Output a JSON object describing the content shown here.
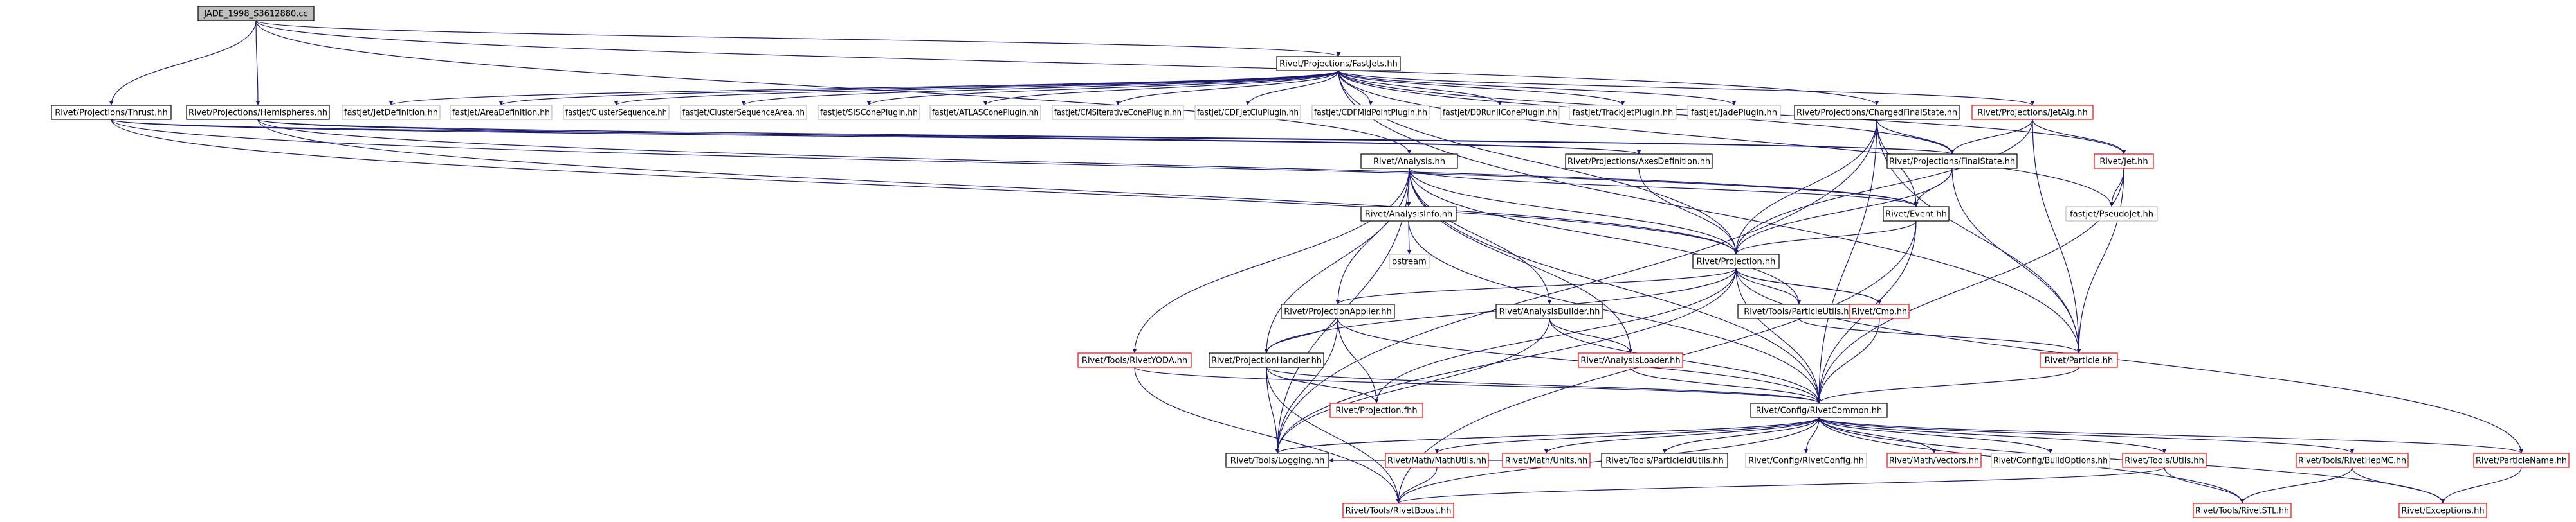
{
  "graph": {
    "colors": {
      "edge": "#191970",
      "root_fill": "#bfbfbf",
      "normal_border": "#000000",
      "external_border": "#bfbfbf",
      "truncated_border": "#ff0000",
      "background": "#ffffff"
    },
    "nodes": [
      {
        "id": "root",
        "label": "JADE_1998_S3612880.cc",
        "kind": "root"
      },
      {
        "id": "fastjets",
        "label": "Rivet/Projections/FastJets.hh",
        "kind": "normal"
      },
      {
        "id": "thrust",
        "label": "Rivet/Projections/Thrust.hh",
        "kind": "normal"
      },
      {
        "id": "hemispheres",
        "label": "Rivet/Projections/Hemispheres.hh",
        "kind": "normal"
      },
      {
        "id": "fj_jetdef",
        "label": "fastjet/JetDefinition.hh",
        "kind": "external"
      },
      {
        "id": "fj_areadef",
        "label": "fastjet/AreaDefinition.hh",
        "kind": "external"
      },
      {
        "id": "fj_clseq",
        "label": "fastjet/ClusterSequence.hh",
        "kind": "external"
      },
      {
        "id": "fj_clseqarea",
        "label": "fastjet/ClusterSequenceArea.hh",
        "kind": "external"
      },
      {
        "id": "fj_siscone",
        "label": "fastjet/SISConePlugin.hh",
        "kind": "external"
      },
      {
        "id": "fj_atlascone",
        "label": "fastjet/ATLASConePlugin.hh",
        "kind": "external"
      },
      {
        "id": "fj_cmsit",
        "label": "fastjet/CMSIterativeConePlugin.hh",
        "kind": "external"
      },
      {
        "id": "fj_cdfjetclu",
        "label": "fastjet/CDFJetCluPlugin.hh",
        "kind": "external"
      },
      {
        "id": "fj_cdfmid",
        "label": "fastjet/CDFMidPointPlugin.hh",
        "kind": "external"
      },
      {
        "id": "fj_d0run",
        "label": "fastjet/D0RunIIConePlugin.hh",
        "kind": "external"
      },
      {
        "id": "fj_track",
        "label": "fastjet/TrackJetPlugin.hh",
        "kind": "external"
      },
      {
        "id": "fj_jade",
        "label": "fastjet/JadePlugin.hh",
        "kind": "external"
      },
      {
        "id": "chargedfs",
        "label": "Rivet/Projections/ChargedFinalState.hh",
        "kind": "normal"
      },
      {
        "id": "jetalg",
        "label": "Rivet/Projections/JetAlg.hh",
        "kind": "truncated"
      },
      {
        "id": "analysis",
        "label": "Rivet/Analysis.hh",
        "kind": "normal"
      },
      {
        "id": "axesdef",
        "label": "Rivet/Projections/AxesDefinition.hh",
        "kind": "normal"
      },
      {
        "id": "finalstate",
        "label": "Rivet/Projections/FinalState.hh",
        "kind": "normal"
      },
      {
        "id": "jet",
        "label": "Rivet/Jet.hh",
        "kind": "truncated"
      },
      {
        "id": "analysisinfo",
        "label": "Rivet/AnalysisInfo.hh",
        "kind": "normal"
      },
      {
        "id": "event",
        "label": "Rivet/Event.hh",
        "kind": "normal"
      },
      {
        "id": "pseudojet",
        "label": "fastjet/PseudoJet.hh",
        "kind": "external"
      },
      {
        "id": "ostream",
        "label": "ostream",
        "kind": "external"
      },
      {
        "id": "projection",
        "label": "Rivet/Projection.hh",
        "kind": "normal"
      },
      {
        "id": "projapplier",
        "label": "Rivet/ProjectionApplier.hh",
        "kind": "normal"
      },
      {
        "id": "analysisbuilder",
        "label": "Rivet/AnalysisBuilder.hh",
        "kind": "normal"
      },
      {
        "id": "particleutils",
        "label": "Rivet/Tools/ParticleUtils.hh",
        "kind": "normal"
      },
      {
        "id": "cmp",
        "label": "Rivet/Cmp.hh",
        "kind": "truncated"
      },
      {
        "id": "rivetyoda",
        "label": "Rivet/Tools/RivetYODA.hh",
        "kind": "truncated"
      },
      {
        "id": "projhandler",
        "label": "Rivet/ProjectionHandler.hh",
        "kind": "normal"
      },
      {
        "id": "analysisloader",
        "label": "Rivet/AnalysisLoader.hh",
        "kind": "truncated"
      },
      {
        "id": "particle",
        "label": "Rivet/Particle.hh",
        "kind": "truncated"
      },
      {
        "id": "projectionfhh",
        "label": "Rivet/Projection.fhh",
        "kind": "truncated"
      },
      {
        "id": "rivetcommon",
        "label": "Rivet/Config/RivetCommon.hh",
        "kind": "normal"
      },
      {
        "id": "logging",
        "label": "Rivet/Tools/Logging.hh",
        "kind": "normal"
      },
      {
        "id": "mathutils",
        "label": "Rivet/Math/MathUtils.hh",
        "kind": "truncated"
      },
      {
        "id": "units",
        "label": "Rivet/Math/Units.hh",
        "kind": "truncated"
      },
      {
        "id": "particleidutils",
        "label": "Rivet/Tools/ParticleIdUtils.hh",
        "kind": "normal"
      },
      {
        "id": "rivetconfig",
        "label": "Rivet/Config/RivetConfig.hh",
        "kind": "external"
      },
      {
        "id": "vectors",
        "label": "Rivet/Math/Vectors.hh",
        "kind": "truncated"
      },
      {
        "id": "buildoptions",
        "label": "Rivet/Config/BuildOptions.hh",
        "kind": "external"
      },
      {
        "id": "utils",
        "label": "Rivet/Tools/Utils.hh",
        "kind": "truncated"
      },
      {
        "id": "rivethepmc",
        "label": "Rivet/Tools/RivetHepMC.hh",
        "kind": "truncated"
      },
      {
        "id": "particlename",
        "label": "Rivet/ParticleName.hh",
        "kind": "truncated"
      },
      {
        "id": "rivetboost",
        "label": "Rivet/Tools/RivetBoost.hh",
        "kind": "truncated"
      },
      {
        "id": "rivetstl",
        "label": "Rivet/Tools/RivetSTL.hh",
        "kind": "truncated"
      },
      {
        "id": "exceptions",
        "label": "Rivet/Exceptions.hh",
        "kind": "truncated"
      }
    ],
    "edges": [
      [
        "root",
        "fastjets"
      ],
      [
        "root",
        "thrust"
      ],
      [
        "root",
        "hemispheres"
      ],
      [
        "root",
        "analysis"
      ],
      [
        "root",
        "chargedfs"
      ],
      [
        "fastjets",
        "fj_jetdef"
      ],
      [
        "fastjets",
        "fj_areadef"
      ],
      [
        "fastjets",
        "fj_clseq"
      ],
      [
        "fastjets",
        "fj_clseqarea"
      ],
      [
        "fastjets",
        "fj_siscone"
      ],
      [
        "fastjets",
        "fj_atlascone"
      ],
      [
        "fastjets",
        "fj_cmsit"
      ],
      [
        "fastjets",
        "fj_cdfjetclu"
      ],
      [
        "fastjets",
        "fj_cdfmid"
      ],
      [
        "fastjets",
        "fj_d0run"
      ],
      [
        "fastjets",
        "fj_track"
      ],
      [
        "fastjets",
        "fj_jade"
      ],
      [
        "fastjets",
        "jetalg"
      ],
      [
        "fastjets",
        "finalstate"
      ],
      [
        "fastjets",
        "jet"
      ],
      [
        "fastjets",
        "pseudojet"
      ],
      [
        "fastjets",
        "particle"
      ],
      [
        "fastjets",
        "projection"
      ],
      [
        "thrust",
        "axesdef"
      ],
      [
        "thrust",
        "finalstate"
      ],
      [
        "thrust",
        "event"
      ],
      [
        "thrust",
        "projection"
      ],
      [
        "hemispheres",
        "axesdef"
      ],
      [
        "hemispheres",
        "finalstate"
      ],
      [
        "hemispheres",
        "event"
      ],
      [
        "hemispheres",
        "projection"
      ],
      [
        "chargedfs",
        "finalstate"
      ],
      [
        "chargedfs",
        "event"
      ],
      [
        "chargedfs",
        "projection"
      ],
      [
        "chargedfs",
        "particle"
      ],
      [
        "chargedfs",
        "logging"
      ],
      [
        "chargedfs",
        "rivetcommon"
      ],
      [
        "jetalg",
        "finalstate"
      ],
      [
        "jetalg",
        "jet"
      ],
      [
        "jetalg",
        "particle"
      ],
      [
        "jetalg",
        "projection"
      ],
      [
        "analysis",
        "analysisinfo"
      ],
      [
        "analysis",
        "event"
      ],
      [
        "analysis",
        "projection"
      ],
      [
        "analysis",
        "projapplier"
      ],
      [
        "analysis",
        "projhandler"
      ],
      [
        "analysis",
        "analysisbuilder"
      ],
      [
        "analysis",
        "analysisloader"
      ],
      [
        "analysis",
        "rivetyoda"
      ],
      [
        "analysis",
        "logging"
      ],
      [
        "analysis",
        "rivetcommon"
      ],
      [
        "analysis",
        "particleutils"
      ],
      [
        "axesdef",
        "projection"
      ],
      [
        "finalstate",
        "event"
      ],
      [
        "finalstate",
        "projection"
      ],
      [
        "finalstate",
        "particle"
      ],
      [
        "jet",
        "pseudojet"
      ],
      [
        "jet",
        "particle"
      ],
      [
        "jet",
        "rivetcommon"
      ],
      [
        "analysisinfo",
        "ostream"
      ],
      [
        "analysisinfo",
        "rivetcommon"
      ],
      [
        "event",
        "projection"
      ],
      [
        "event",
        "rivetcommon"
      ],
      [
        "event",
        "rivetboost"
      ],
      [
        "projection",
        "projapplier"
      ],
      [
        "projection",
        "particleutils"
      ],
      [
        "projection",
        "cmp"
      ],
      [
        "projection",
        "projhandler"
      ],
      [
        "projection",
        "projectionfhh"
      ],
      [
        "projection",
        "rivetcommon"
      ],
      [
        "projection",
        "logging"
      ],
      [
        "projection",
        "particlename"
      ],
      [
        "projapplier",
        "projhandler"
      ],
      [
        "projapplier",
        "projectionfhh"
      ],
      [
        "projapplier",
        "logging"
      ],
      [
        "projapplier",
        "rivetcommon"
      ],
      [
        "analysisbuilder",
        "analysisloader"
      ],
      [
        "analysisbuilder",
        "rivetcommon"
      ],
      [
        "analysisbuilder",
        "logging"
      ],
      [
        "particleutils",
        "particle"
      ],
      [
        "cmp",
        "projection"
      ],
      [
        "cmp",
        "rivetcommon"
      ],
      [
        "rivetyoda",
        "rivetcommon"
      ],
      [
        "rivetyoda",
        "rivetboost"
      ],
      [
        "projhandler",
        "projectionfhh"
      ],
      [
        "projhandler",
        "logging"
      ],
      [
        "projhandler",
        "rivetcommon"
      ],
      [
        "projhandler",
        "rivetboost"
      ],
      [
        "analysisloader",
        "rivetcommon"
      ],
      [
        "particle",
        "rivetcommon"
      ],
      [
        "rivetcommon",
        "logging"
      ],
      [
        "rivetcommon",
        "mathutils"
      ],
      [
        "rivetcommon",
        "units"
      ],
      [
        "rivetcommon",
        "particleidutils"
      ],
      [
        "rivetcommon",
        "rivetconfig"
      ],
      [
        "rivetcommon",
        "vectors"
      ],
      [
        "rivetcommon",
        "buildoptions"
      ],
      [
        "rivetcommon",
        "utils"
      ],
      [
        "rivetcommon",
        "rivethepmc"
      ],
      [
        "rivetcommon",
        "particlename"
      ],
      [
        "rivetcommon",
        "rivetboost"
      ],
      [
        "rivetcommon",
        "rivetstl"
      ],
      [
        "rivetcommon",
        "exceptions"
      ],
      [
        "logging",
        "rivetcommon"
      ],
      [
        "mathutils",
        "rivetboost"
      ],
      [
        "units",
        "logging"
      ],
      [
        "utils",
        "rivetboost"
      ],
      [
        "utils",
        "rivetstl"
      ],
      [
        "rivethepmc",
        "rivetstl"
      ],
      [
        "rivethepmc",
        "exceptions"
      ],
      [
        "particlename",
        "exceptions"
      ]
    ]
  }
}
